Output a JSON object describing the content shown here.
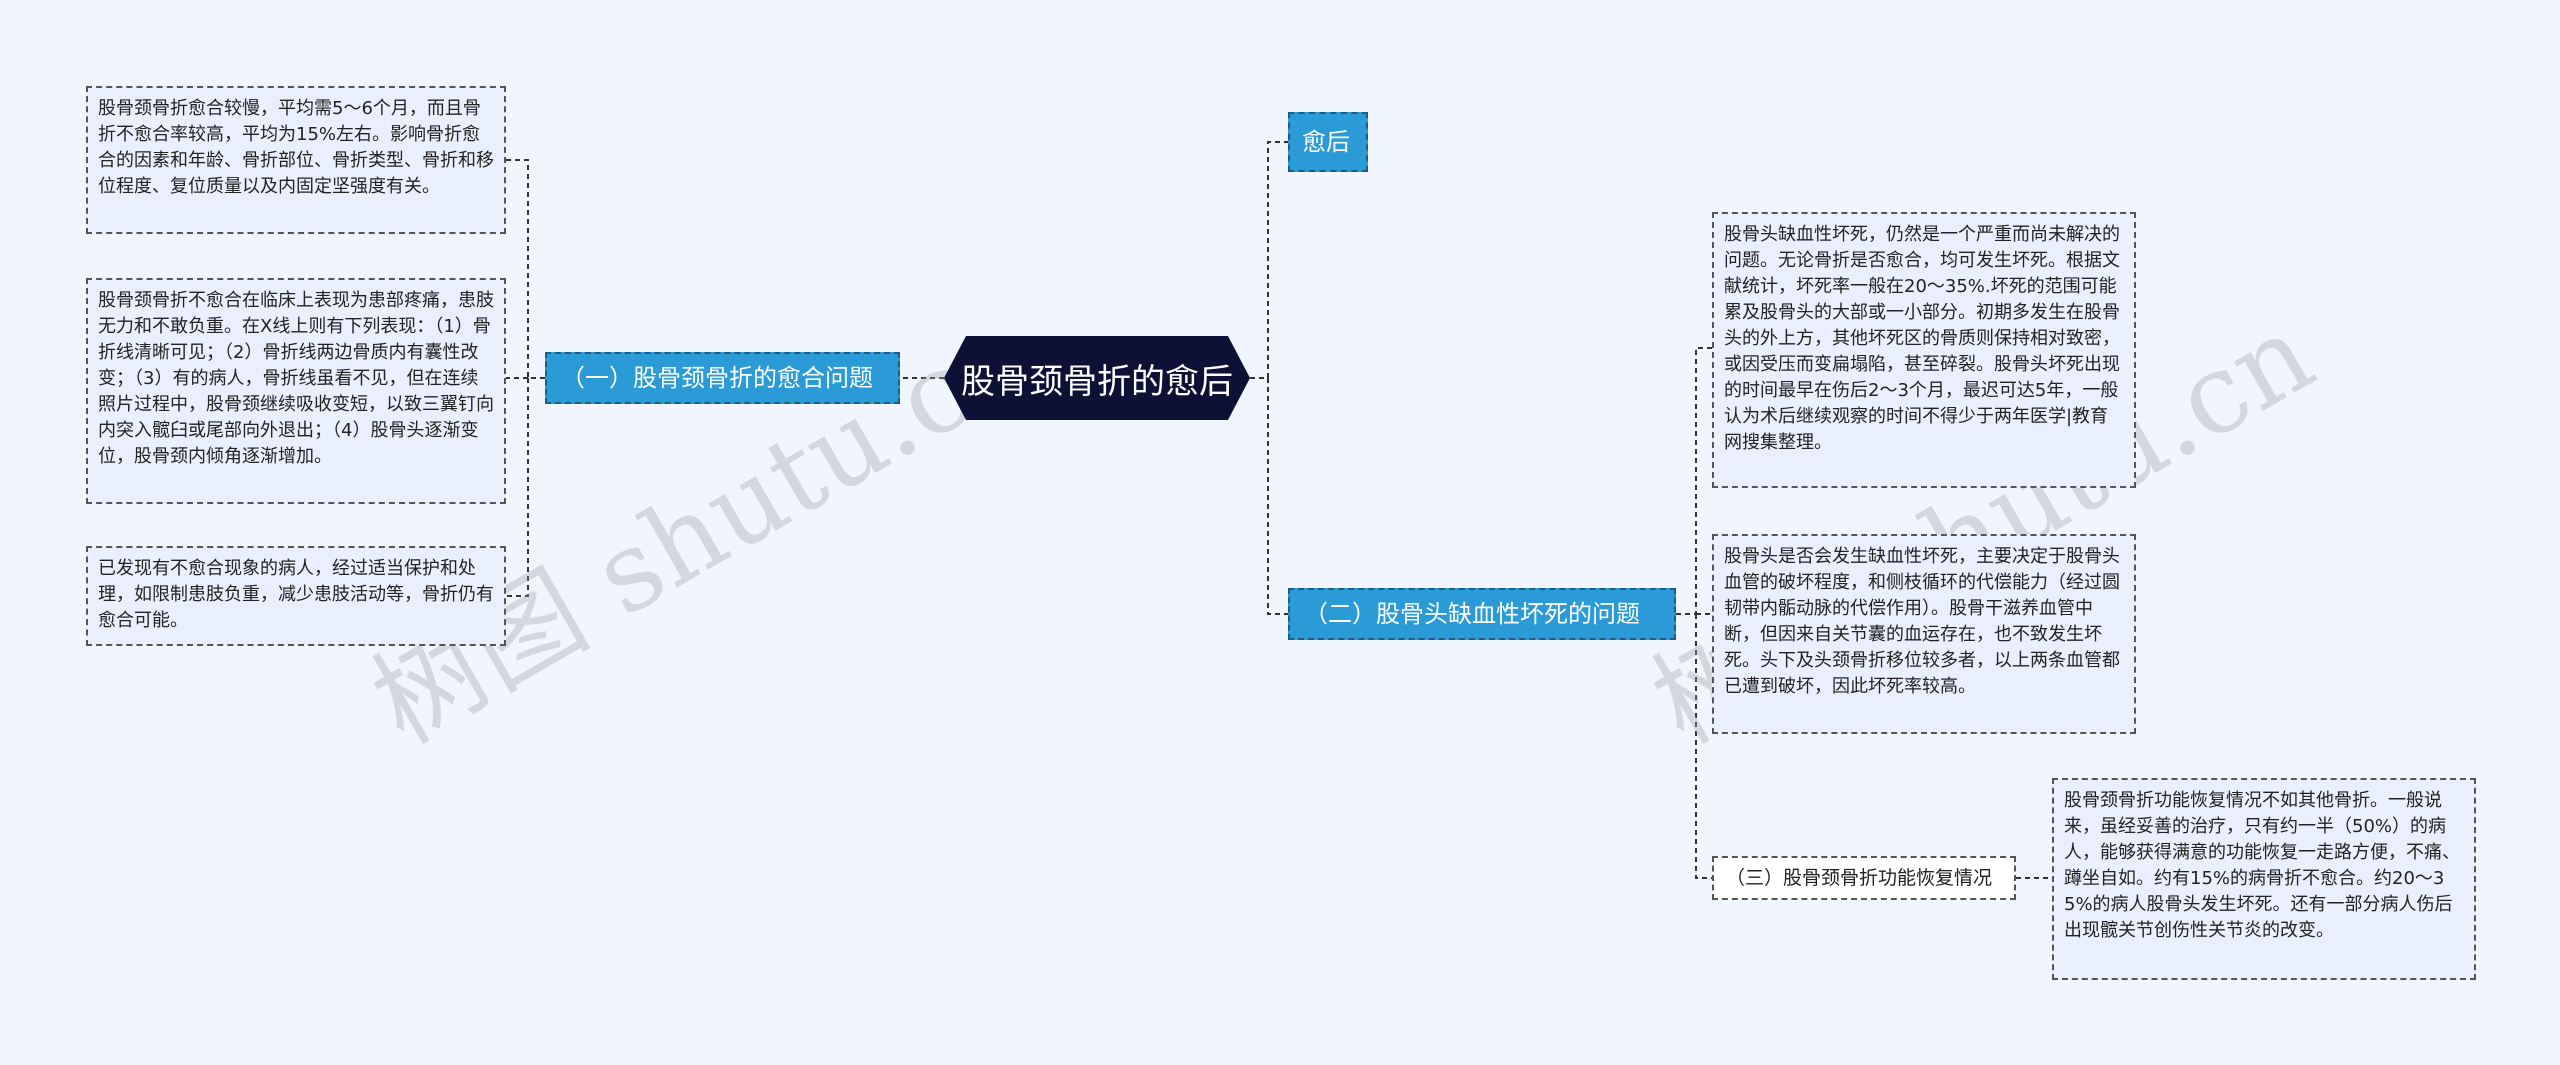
{
  "root": {
    "label": "股骨颈骨折的愈后"
  },
  "left_branch": {
    "label": "（一）股骨颈骨折的愈合问题",
    "leaves": [
      "股骨颈骨折愈合较慢，平均需5～6个月，而且骨折不愈合率较高，平均为15%左右。影响骨折愈合的因素和年龄、骨折部位、骨折类型、骨折和移位程度、复位质量以及内固定坚强度有关。",
      "股骨颈骨折不愈合在临床上表现为患部疼痛，患肢无力和不敢负重。在X线上则有下列表现：（1）骨折线清晰可见；（2）骨折线两边骨质内有囊性改变；（3）有的病人，骨折线虽看不见，但在连续照片过程中，股骨颈继续吸收变短，以致三翼钉向内突入髋臼或尾部向外退出；（4）股骨头逐渐变位，股骨颈内倾角逐渐增加。",
      "已发现有不愈合现象的病人，经过适当保护和处理，如限制患肢负重，减少患肢活动等，骨折仍有愈合可能。"
    ]
  },
  "right_top": {
    "label": "愈后"
  },
  "right_branch": {
    "label": "（二）股骨头缺血性坏死的问题",
    "leaves": [
      "股骨头缺血性坏死，仍然是一个严重而尚未解决的问题。无论骨折是否愈合，均可发生坏死。根据文献统计，坏死率一般在20～35%.坏死的范围可能累及股骨头的大部或一小部分。初期多发生在股骨头的外上方，其他坏死区的骨质则保持相对致密，或因受压而变扁塌陷，甚至碎裂。股骨头坏死出现的时间最早在伤后2～3个月，最迟可达5年，一般认为术后继续观察的时间不得少于两年医学|教育网搜集整理。",
      "股骨头是否会发生缺血性坏死，主要决定于股骨头血管的破坏程度，和侧枝循环的代偿能力（经过圆韧带内骺动脉的代偿作用）。股骨干滋养血管中断，但因来自关节囊的血运存在，也不致发生坏死。头下及头颈骨折移位较多者，以上两条血管都已遭到破坏，因此坏死率较高。"
    ],
    "sub": {
      "label": "（三）股骨颈骨折功能恢复情况",
      "leaf": "股骨颈骨折功能恢复情况不如其他骨折。一般说来，虽经妥善的治疗，只有约一半（50%）的病人，能够获得满意的功能恢复一走路方便，不痛、蹲坐自如。约有15%的病骨折不愈合。约20～35%的病人股骨头发生坏死。还有一部分病人伤后出现髋关节创伤性关节炎的改变。"
    }
  },
  "watermarks": [
    "树图 shutu.cn",
    "树图 shutu.cn"
  ],
  "colors": {
    "background": "#f1f5fd",
    "root": "#0d1136",
    "branch": "#2a9bd6",
    "leaf": "#e9effc"
  }
}
